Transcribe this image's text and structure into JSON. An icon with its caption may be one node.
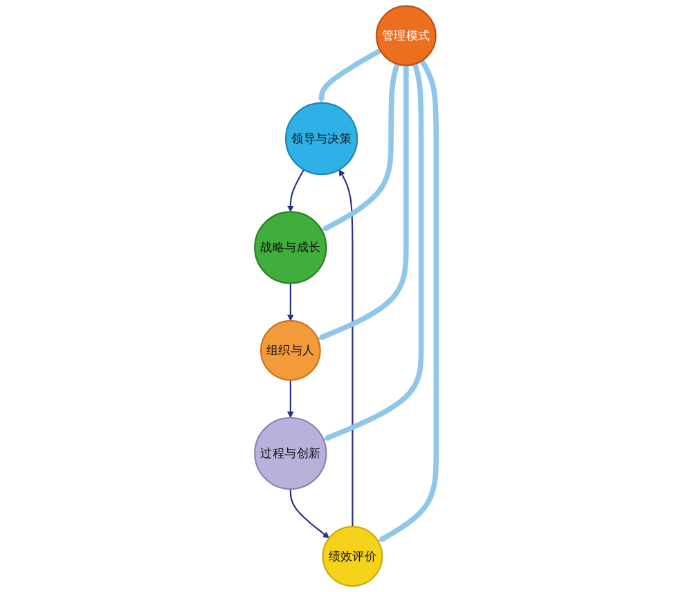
{
  "diagram": {
    "nodes": [
      {
        "text": [
          "领导与决策"
        ]
      },
      {
        "text": [
          "绩效评价"
        ]
      },
      {
        "text": [
          "管理模式"
        ]
      },
      {
        "text": [
          "战略与成长"
        ]
      },
      {
        "text": [
          "过程与创新"
        ]
      },
      {
        "text": [
          "组织与人"
        ]
      }
    ],
    "edges": [
      {
        "from": 0,
        "to": 3,
        "arrow": "to"
      },
      {
        "from": 3,
        "to": 5,
        "arrow": "to"
      },
      {
        "from": 5,
        "to": 4,
        "arrow": "to"
      },
      {
        "from": 4,
        "to": 1,
        "arrow": "to"
      },
      {
        "from": 1,
        "to": 0,
        "arrow": "to"
      },
      {
        "from": 2,
        "to": 0,
        "arrow": "to",
        "style": "thick",
        "color": "#8fc6ea"
      },
      {
        "from": 2,
        "to": 3,
        "arrow": "to",
        "style": "thick",
        "color": "#8fc6ea"
      },
      {
        "from": 2,
        "to": 5,
        "arrow": "to",
        "style": "thick",
        "color": "#8fc6ea"
      },
      {
        "from": 2,
        "to": 4,
        "arrow": "to",
        "style": "thick",
        "color": "#8fc6ea"
      },
      {
        "from": 2,
        "to": 1,
        "arrow": "to",
        "style": "thick",
        "color": "#8fc6ea"
      }
    ]
  }
}
